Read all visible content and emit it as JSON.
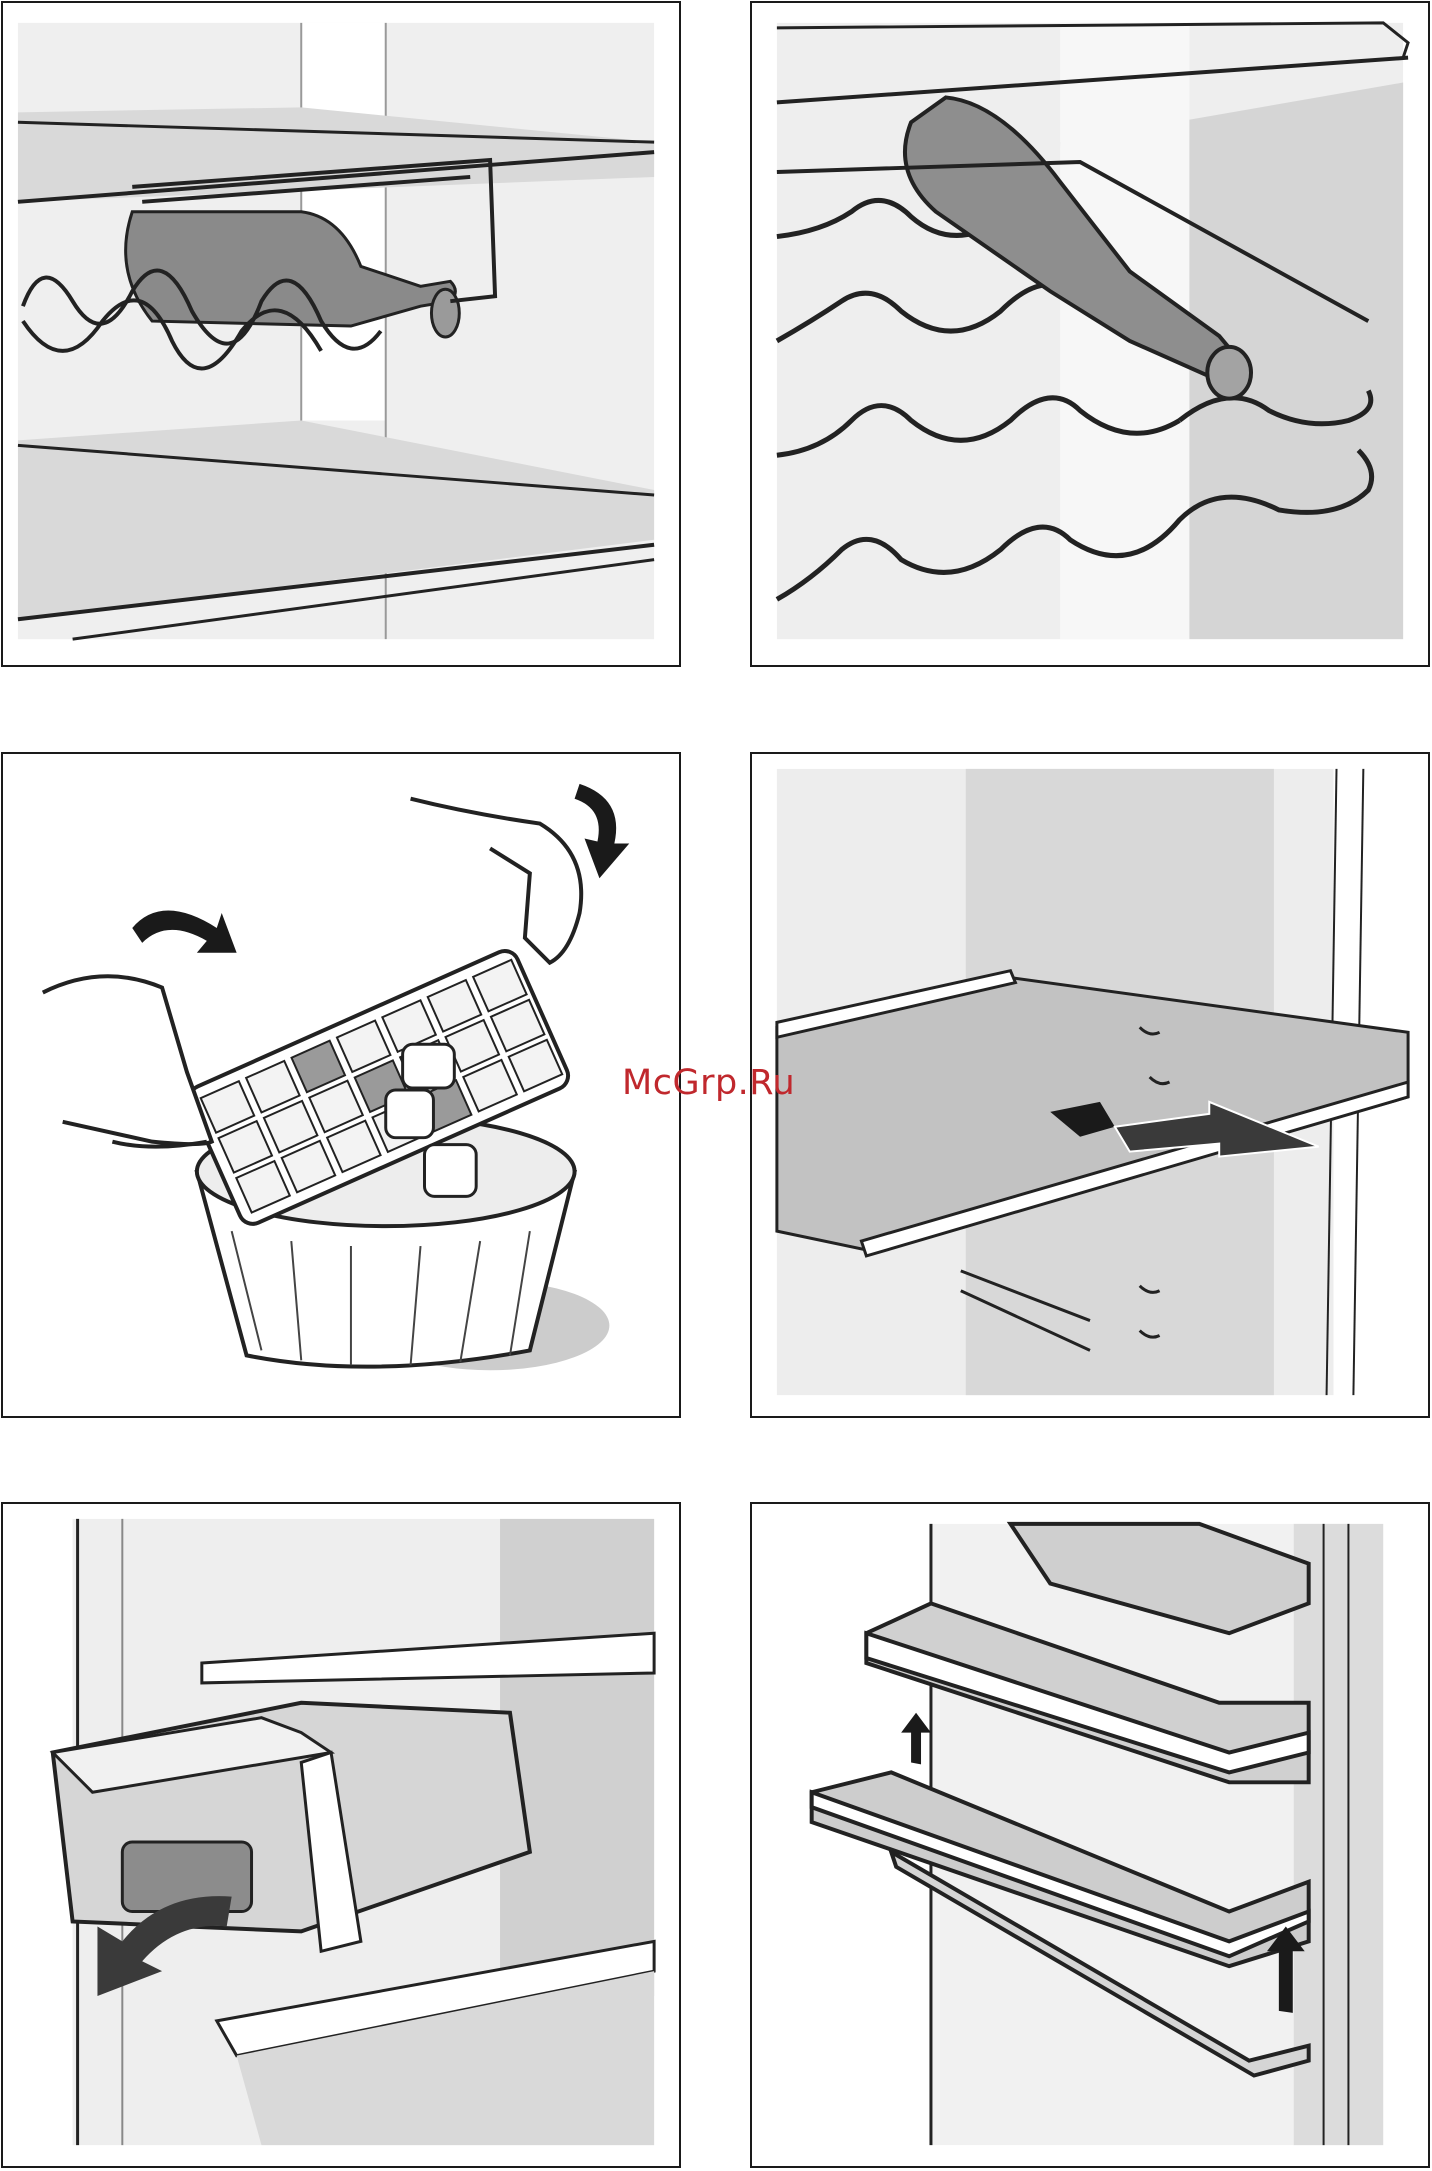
{
  "watermark": {
    "text": "McGrp.Ru",
    "color": "#c0282d"
  },
  "colors": {
    "frame": "#1a1a1a",
    "light_gray": "#eeeeee",
    "mid_gray": "#cfcfcf",
    "dark_gray": "#8c8c8c",
    "arrow": "#3a3a3a"
  },
  "panels": [
    {
      "id": "wine-rack-hanging",
      "icons": [
        "shelf-icon",
        "wire-rack-icon",
        "bottle-icon"
      ]
    },
    {
      "id": "wine-rack-wave",
      "icons": [
        "wave-rack-icon",
        "bottle-icon"
      ]
    },
    {
      "id": "ice-cube-tray",
      "icons": [
        "hand-icon",
        "ice-tray-icon",
        "ice-cube-icon",
        "bowl-icon",
        "curved-arrow-icon"
      ]
    },
    {
      "id": "glass-shelf-removal",
      "icons": [
        "glass-shelf-icon",
        "pull-arrow-icon"
      ]
    },
    {
      "id": "drawer-removal",
      "icons": [
        "drawer-icon",
        "curved-arrow-icon"
      ]
    },
    {
      "id": "door-shelf-removal",
      "icons": [
        "door-shelf-icon",
        "lift-arrow-icon"
      ]
    }
  ]
}
